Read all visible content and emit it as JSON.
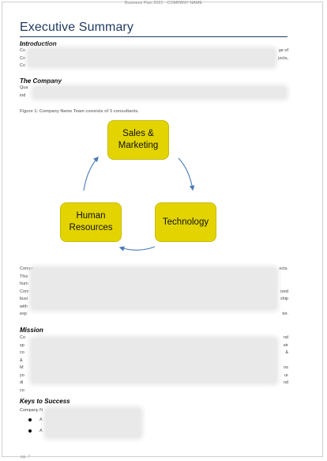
{
  "header": {
    "running_title": "Business Plan 2021 - COMPANY NAME"
  },
  "title": "Executive Summary",
  "sections": {
    "introduction": {
      "heading": "Introduction",
      "left_frags": [
        "Co",
        "Co",
        "Co"
      ],
      "right_frags": [
        "ge of",
        "jects,",
        ""
      ]
    },
    "company": {
      "heading": "The Company",
      "left_frags": [
        "Qua",
        "ind"
      ],
      "right_frags": [
        "",
        ""
      ]
    },
    "mission": {
      "heading": "Mission",
      "left_frags": [
        "Co",
        "sp",
        "co",
        "&",
        "M",
        "yo",
        "di",
        "co"
      ],
      "right_frags": [
        "nd",
        "eir",
        "&",
        "",
        "ns",
        "ur",
        "nd",
        ""
      ]
    },
    "keys": {
      "heading": "Keys to Success",
      "intro": "Company N",
      "bullets": [
        "A",
        "A"
      ]
    },
    "team_body": {
      "left_frags": [
        "Compa",
        "This",
        "hum",
        "Com",
        "busi",
        "with",
        "exp"
      ],
      "right_frags": [
        "ects.",
        "",
        "",
        "ized",
        "ship",
        "",
        "tor."
      ]
    }
  },
  "figure": {
    "caption": "Figure 1: Company Name Team consists of 3 consultants.",
    "nodes": {
      "sales": "Sales & Marketing",
      "technology": "Technology",
      "hr": "Human Resources"
    },
    "fill_color": "#e3d400",
    "arrow_color": "#4a7ab5"
  },
  "footer": {
    "page_number": "pg. 7"
  }
}
